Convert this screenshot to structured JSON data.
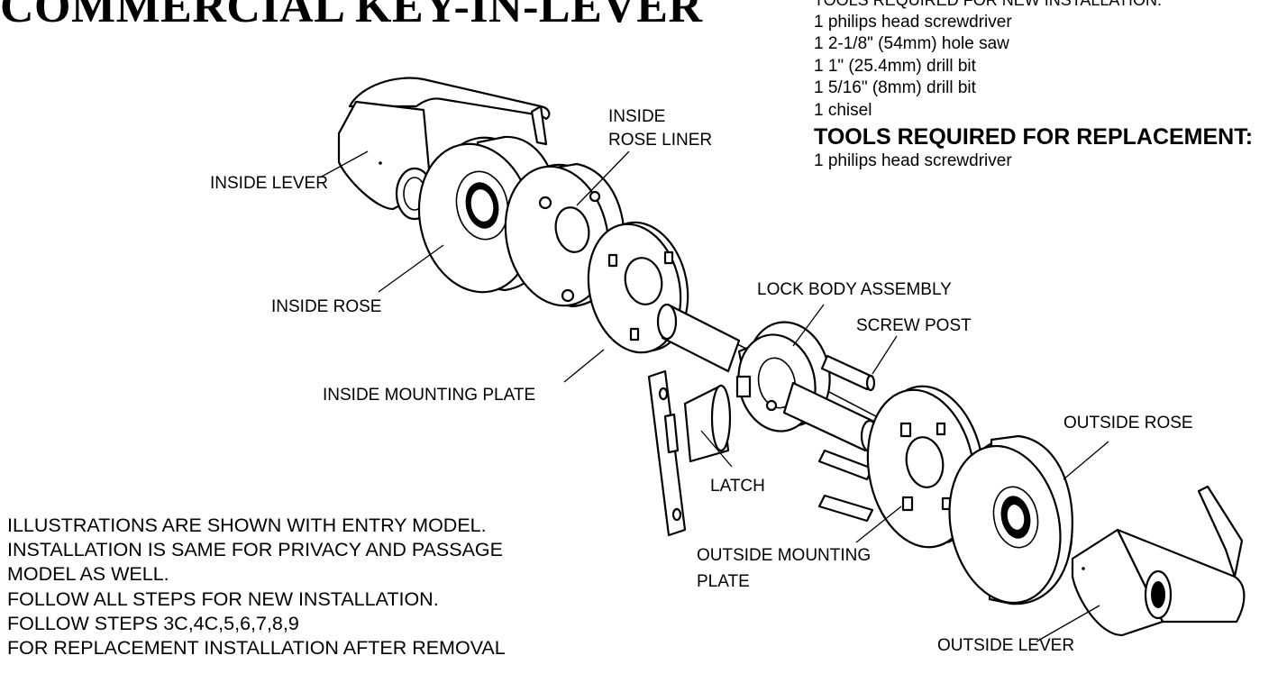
{
  "title": "COMMERCIAL KEY-IN-LEVER",
  "tools": {
    "new_heading": "TOOLS REQUIRED FOR NEW INSTALLATION:",
    "new_items": [
      "1 philips head screwdriver",
      "1 2-1/8\" (54mm) hole saw",
      "1 1\" (25.4mm) drill bit",
      "1 5/16\" (8mm) drill bit",
      "1 chisel"
    ],
    "replacement_heading": "TOOLS REQUIRED FOR REPLACEMENT:",
    "replacement_items": [
      "1 philips head screwdriver"
    ]
  },
  "labels": {
    "inside_lever": "INSIDE LEVER",
    "inside_rose_liner_1": "INSIDE",
    "inside_rose_liner_2": "ROSE LINER",
    "inside_rose": "INSIDE ROSE",
    "lock_body_assembly": "LOCK BODY ASSEMBLY",
    "screw_post": "SCREW POST",
    "inside_mounting_plate": "INSIDE MOUNTING PLATE",
    "outside_rose": "OUTSIDE ROSE",
    "latch": "LATCH",
    "outside_mounting_plate_1": "OUTSIDE MOUNTING",
    "outside_mounting_plate_2": "PLATE",
    "outside_lever": "OUTSIDE LEVER"
  },
  "notes": [
    "ILLUSTRATIONS ARE SHOWN WITH ENTRY MODEL.",
    "INSTALLATION IS SAME FOR PRIVACY AND PASSAGE",
    "MODEL AS WELL.",
    "FOLLOW ALL STEPS FOR NEW INSTALLATION.",
    "FOLLOW STEPS 3C,4C,5,6,7,8,9",
    "FOR REPLACEMENT INSTALLATION AFTER REMOVAL"
  ]
}
